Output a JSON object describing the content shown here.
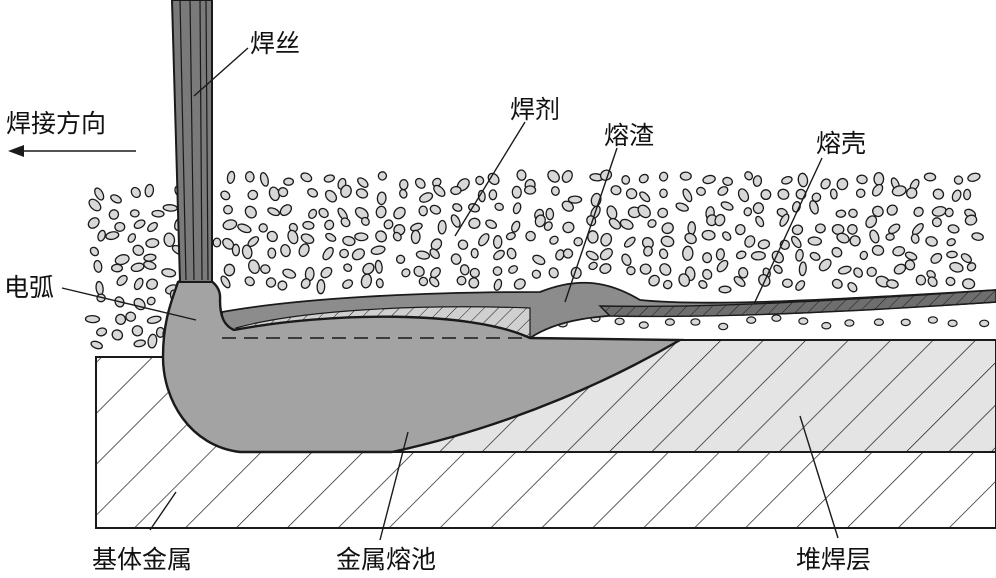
{
  "labels": {
    "wire": "焊丝",
    "direction": "焊接方向",
    "flux": "焊剂",
    "slag": "熔渣",
    "crust": "熔壳",
    "arc": "电弧",
    "base_metal": "基体金属",
    "weld_pool": "金属熔池",
    "deposit": "堆焊层"
  },
  "colors": {
    "outline": "#1a1a1a",
    "molten": "#a3a3a3",
    "slag": "#8c8c8c",
    "crust": "#6e6e6e",
    "granule": "#d8d8d8",
    "base_fill": "#ffffff",
    "deposit_fill": "#e4e4e4"
  },
  "icons": {
    "direction_arrow": "arrow-left-icon"
  }
}
